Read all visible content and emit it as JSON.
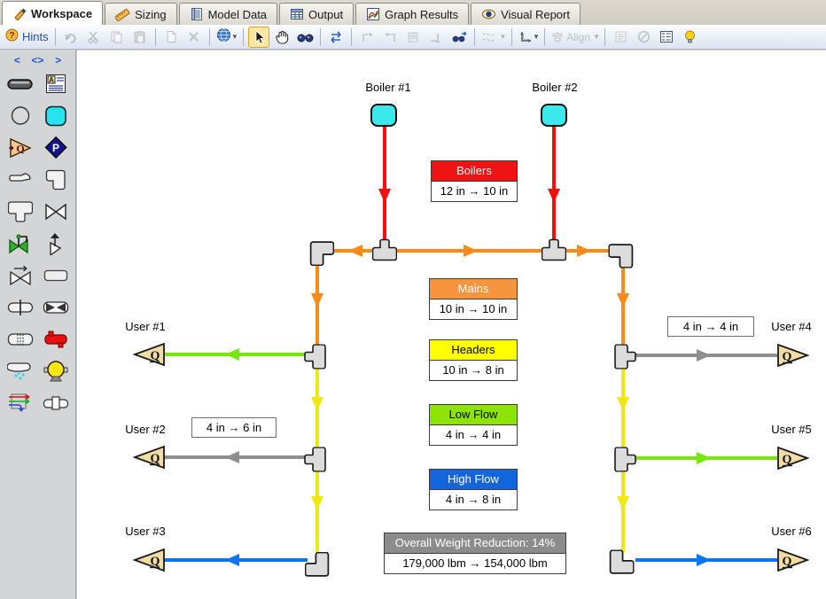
{
  "tabs": [
    {
      "label": "Workspace",
      "active": true
    },
    {
      "label": "Sizing",
      "active": false
    },
    {
      "label": "Model Data",
      "active": false
    },
    {
      "label": "Output",
      "active": false
    },
    {
      "label": "Graph Results",
      "active": false
    },
    {
      "label": "Visual Report",
      "active": false
    }
  ],
  "toolbar": {
    "hints_label": "Hints",
    "align_label": "Align",
    "buttons": [
      "hints",
      "undo",
      "cut",
      "copy",
      "paste",
      "duplicate",
      "delete",
      "workspace-layers",
      "select",
      "pan",
      "find",
      "reverse-direction",
      "rotate-left",
      "rotate-right",
      "flip-vertical",
      "rotate-free",
      "find-connected",
      "pipe-drawing-style",
      "grid-options",
      "align",
      "annotation",
      "disable",
      "object-details",
      "highlight"
    ]
  },
  "glyphs": {
    "dropdown": "▾"
  },
  "sidebar": {
    "nav": [
      "<",
      "<>",
      ">"
    ],
    "tools": [
      "pipe",
      "annotation",
      "branch",
      "reservoir",
      "assigned-flow",
      "assigned-pressure",
      "area-change",
      "bend",
      "tee-or-wye",
      "valve",
      "control-valve",
      "check-valve",
      "relief-valve",
      "dead-end",
      "orifice",
      "venturi",
      "screen",
      "heat-exchanger",
      "spray-discharge",
      "pump",
      "general-component",
      "volume-balance"
    ]
  },
  "colors": {
    "boiler_pipe": "#f2100f",
    "mains_pipe": "#fb8b16",
    "headers_pipe": "#f0e811",
    "low_flow_pipe": "#79e60d",
    "high_flow_pipe": "#0b74ef",
    "unsized_pipe": "#8f8f8f",
    "boiler_node": "#3ae9e9",
    "q_fill": "#f0dca4",
    "junction_fill": "#dcdcdc"
  },
  "canvas": {
    "boilers": [
      {
        "label": "Boiler #1"
      },
      {
        "label": "Boiler #2"
      }
    ],
    "users": [
      {
        "label": "User #1"
      },
      {
        "label": "User #2"
      },
      {
        "label": "User #3"
      },
      {
        "label": "User #4"
      },
      {
        "label": "User #5"
      },
      {
        "label": "User #6"
      }
    ],
    "flow_symbol": "Q",
    "legends": [
      {
        "title": "Boilers",
        "value": "12 in → 10 in",
        "header_bg": "#ee1414",
        "header_text": "#ffffff"
      },
      {
        "title": "Mains",
        "value": "10 in → 10 in",
        "header_bg": "#f7953e",
        "header_text": "#ffffff"
      },
      {
        "title": "Headers",
        "value": "10 in → 8 in",
        "header_bg": "#ffff00",
        "header_text": "#000000"
      },
      {
        "title": "Low Flow",
        "value": "4 in → 4 in",
        "header_bg": "#8ee400",
        "header_text": "#000000"
      },
      {
        "title": "High Flow",
        "value": "4 in → 8 in",
        "header_bg": "#1464dc",
        "header_text": "#ffffff"
      }
    ],
    "notes": [
      {
        "text": "4 in → 6 in"
      },
      {
        "text": "4 in → 4 in"
      }
    ],
    "summary": {
      "title": "Overall Weight Reduction: 14%",
      "value": "179,000 lbm → 154,000 lbm",
      "header_bg": "#8c8c8c",
      "header_text": "#ffffff"
    }
  }
}
